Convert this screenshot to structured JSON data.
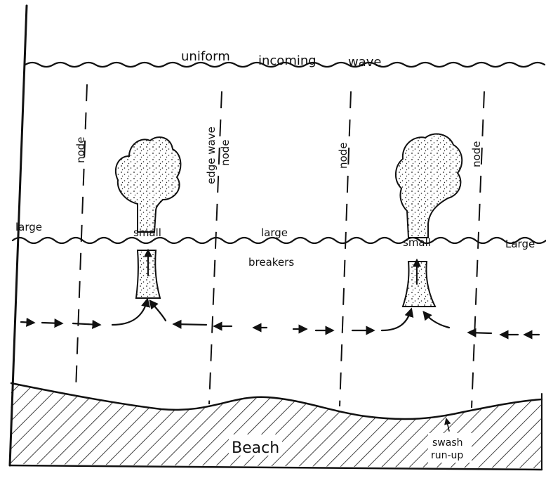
{
  "diagram": {
    "title_words": {
      "uniform": "uniform",
      "incoming": "incoming",
      "wave": "wave"
    },
    "node_labels": {
      "node_1": "node",
      "edge_wave": "edge wave",
      "node_2": "node",
      "node_3": "node",
      "node_4": "node"
    },
    "breaker_labels": {
      "large_left": "large",
      "small_left": "small",
      "large_middle": "large",
      "small_right": "small",
      "large_right": "Large",
      "breakers": "breakers"
    },
    "beach_label": "Beach",
    "swash_label_line1": "swash",
    "swash_label_line2": "run-up"
  }
}
